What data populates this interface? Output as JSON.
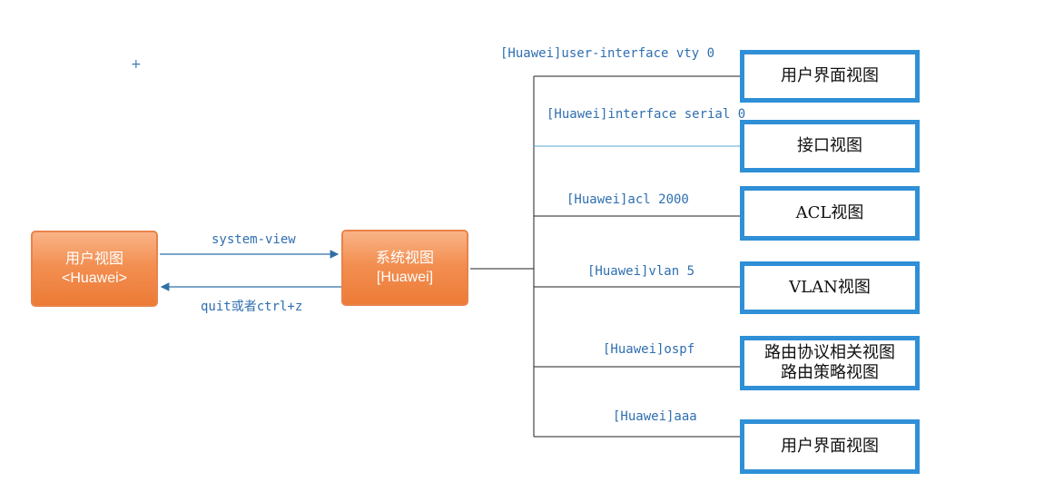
{
  "left_node": {
    "line1": "用户视图",
    "line2": "<Huawei>"
  },
  "center_node": {
    "line1": "系统视图",
    "line2": "[Huawei]"
  },
  "forward_label": "system-view",
  "back_label": "quit或者ctrl+z",
  "branches": [
    {
      "command": "[Huawei]user-interface vty 0",
      "target": [
        "用户界面视图"
      ]
    },
    {
      "command": "[Huawei]interface serial 0",
      "target": [
        "接口视图"
      ]
    },
    {
      "command": "[Huawei]acl 2000",
      "target": [
        "ACL视图"
      ]
    },
    {
      "command": "[Huawei]vlan 5",
      "target": [
        "VLAN视图"
      ]
    },
    {
      "command": "[Huawei]ospf",
      "target": [
        "路由协议相关视图",
        "路由策略视图"
      ]
    },
    {
      "command": "[Huawei]aaa",
      "target": [
        "用户界面视图"
      ]
    }
  ],
  "colors": {
    "node_fill": "#f38f52",
    "target_border": "#2f8fd7",
    "arrow": "#2f6fa6",
    "command_text": "#2f6fb0"
  }
}
